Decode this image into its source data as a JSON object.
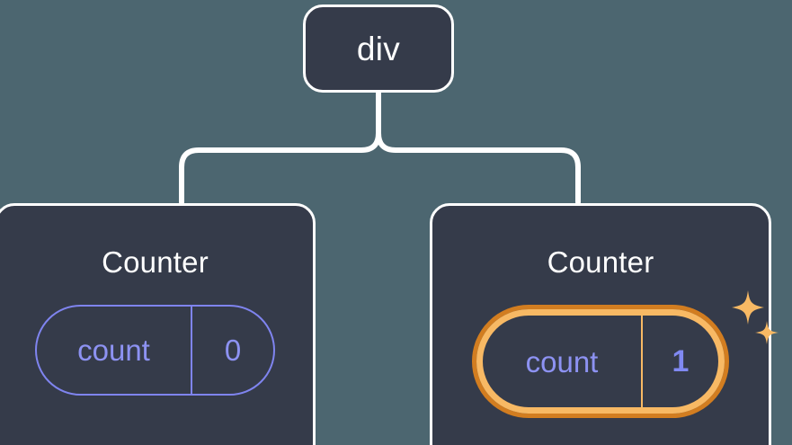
{
  "diagram": {
    "type": "component-tree",
    "background_color": "#4c6670",
    "node_fill_color": "#353b4a",
    "node_border_color": "#ffffff",
    "connector_color": "#ffffff",
    "accent_indigo": "#8d92f2",
    "accent_amber": "#f8b964",
    "accent_orange": "#d27d20",
    "root": {
      "label": "div"
    },
    "children": [
      {
        "label": "Counter",
        "highlighted": false,
        "state": {
          "key": "count",
          "value": "0"
        }
      },
      {
        "label": "Counter",
        "highlighted": true,
        "state": {
          "key": "count",
          "value": "1"
        },
        "sparkle_icons": [
          "sparkle-large-icon",
          "sparkle-small-icon"
        ]
      }
    ]
  }
}
